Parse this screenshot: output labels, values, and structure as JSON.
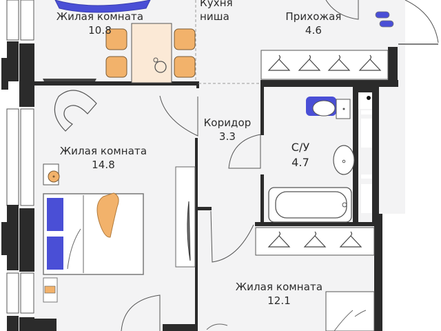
{
  "plan": {
    "colors": {
      "wall": "#2b2b2b",
      "floor": "#f3f3f4",
      "outside": "#ffffff",
      "accent_blue": "#4a4fd6",
      "accent_orange": "#f2b26b",
      "table_fill": "#fbe9d6"
    },
    "rooms": [
      {
        "id": "living-room-1",
        "name": "Жилая комната",
        "area": "10.8"
      },
      {
        "id": "kitchen-niche",
        "name": "Кухня ниша",
        "name_line1": "Кухня",
        "name_line2": "ниша"
      },
      {
        "id": "hallway",
        "name": "Прихожая",
        "area": "4.6"
      },
      {
        "id": "living-room-2",
        "name": "Жилая комната",
        "area": "14.8"
      },
      {
        "id": "corridor",
        "name": "Коридор",
        "area": "3.3"
      },
      {
        "id": "bathroom",
        "name": "С/У",
        "area": "4.7"
      },
      {
        "id": "living-room-3",
        "name": "Жилая комната",
        "area": "12.1"
      }
    ],
    "furniture": [
      "dining-table",
      "dining-chair",
      "sofa-arc",
      "armchair",
      "tv-stand",
      "side-table",
      "double-bed",
      "nightstand",
      "wardrobe",
      "clothes-hanger",
      "slippers",
      "toilet",
      "sink",
      "bathtub",
      "tv-wall",
      "desk"
    ]
  }
}
